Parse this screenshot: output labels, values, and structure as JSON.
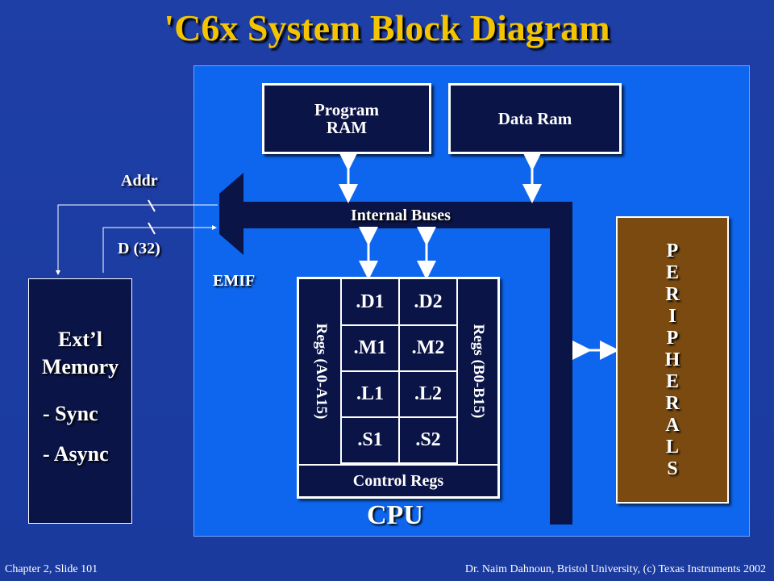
{
  "title": "'C6x System Block Diagram",
  "blocks": {
    "program_ram": "Program RAM",
    "data_ram": "Data Ram",
    "internal_buses": "Internal Buses",
    "emif": "EMIF",
    "addr": "Addr",
    "data_bus": "D (32)",
    "ext_memory": {
      "title_line1": "Ext’l",
      "title_line2": "Memory",
      "items": [
        "- Sync",
        "- Async"
      ]
    },
    "regs_a": "Regs (A0-A15)",
    "regs_b": "Regs (B0-B15)",
    "units_a": [
      ".D1",
      ".M1",
      ".L1",
      ".S1"
    ],
    "units_b": [
      ".D2",
      ".M2",
      ".L2",
      ".S2"
    ],
    "control_regs": "Control Regs",
    "cpu": "CPU",
    "peripherals": [
      "P",
      "E",
      "R",
      "I",
      "P",
      "H",
      "E",
      "R",
      "A",
      "L",
      "S"
    ]
  },
  "colors": {
    "title": "#f5c400",
    "panel": "#0e66ee",
    "box": "#0a1446",
    "peripherals": "#7a4a10"
  },
  "footer": {
    "left": "Chapter 2, Slide 101",
    "right": "Dr. Naim Dahnoun, Bristol University,  (c) Texas Instruments 2002"
  }
}
